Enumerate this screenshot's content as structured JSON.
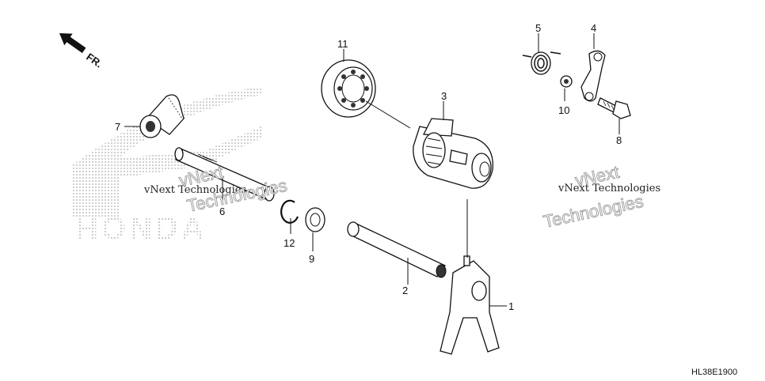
{
  "direction": {
    "text": "FR.",
    "icon": "front-arrow-icon"
  },
  "logo": {
    "text": "HONDA"
  },
  "watermarks": [
    "vNext Technologies",
    "vNext",
    "Technologies",
    "vNext Technologies",
    "vNext",
    "Technologies"
  ],
  "callouts": {
    "p1": "1",
    "p2": "2",
    "p3": "3",
    "p4": "4",
    "p5": "5",
    "p6": "6",
    "p7": "7",
    "p8": "8",
    "p9": "9",
    "p10": "10",
    "p11": "11",
    "p12": "12"
  },
  "figure_code": "HL38E1900"
}
